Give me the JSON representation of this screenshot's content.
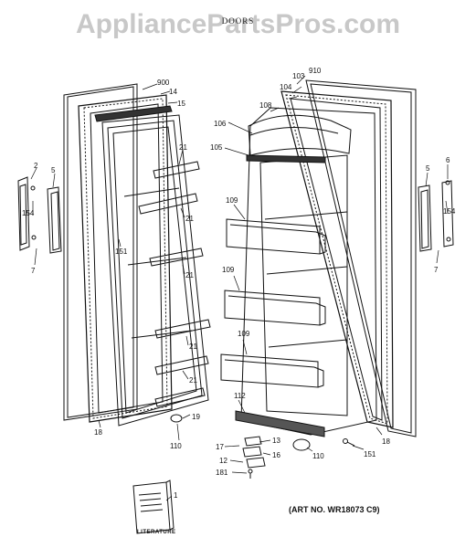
{
  "watermark": "AppliancePartsPros.com",
  "subtitle": "DOORS",
  "art_number": "(ART NO. WR18073 C9)",
  "literature_label": "LITERATURE",
  "callouts": {
    "c900": "900",
    "c14": "14",
    "c15": "15",
    "c21a": "21",
    "c21b": "21",
    "c21c": "21",
    "c21d": "21",
    "c21e": "21",
    "c151a": "151",
    "c18a": "18",
    "c19": "19",
    "c110a": "110",
    "c2": "2",
    "c5a": "5",
    "c154a": "154",
    "c7a": "7",
    "c910": "910",
    "c103": "103",
    "c104": "104",
    "c108": "108",
    "c106": "106",
    "c105": "105",
    "c109a": "109",
    "c109b": "109",
    "c109c": "109",
    "c112": "112",
    "c5b": "5",
    "c6": "6",
    "c154b": "154",
    "c7b": "7",
    "c18b": "18",
    "c151b": "151",
    "c110b": "110",
    "c13": "13",
    "c17": "17",
    "c16": "16",
    "c12": "12",
    "c181": "181",
    "c1": "1"
  }
}
